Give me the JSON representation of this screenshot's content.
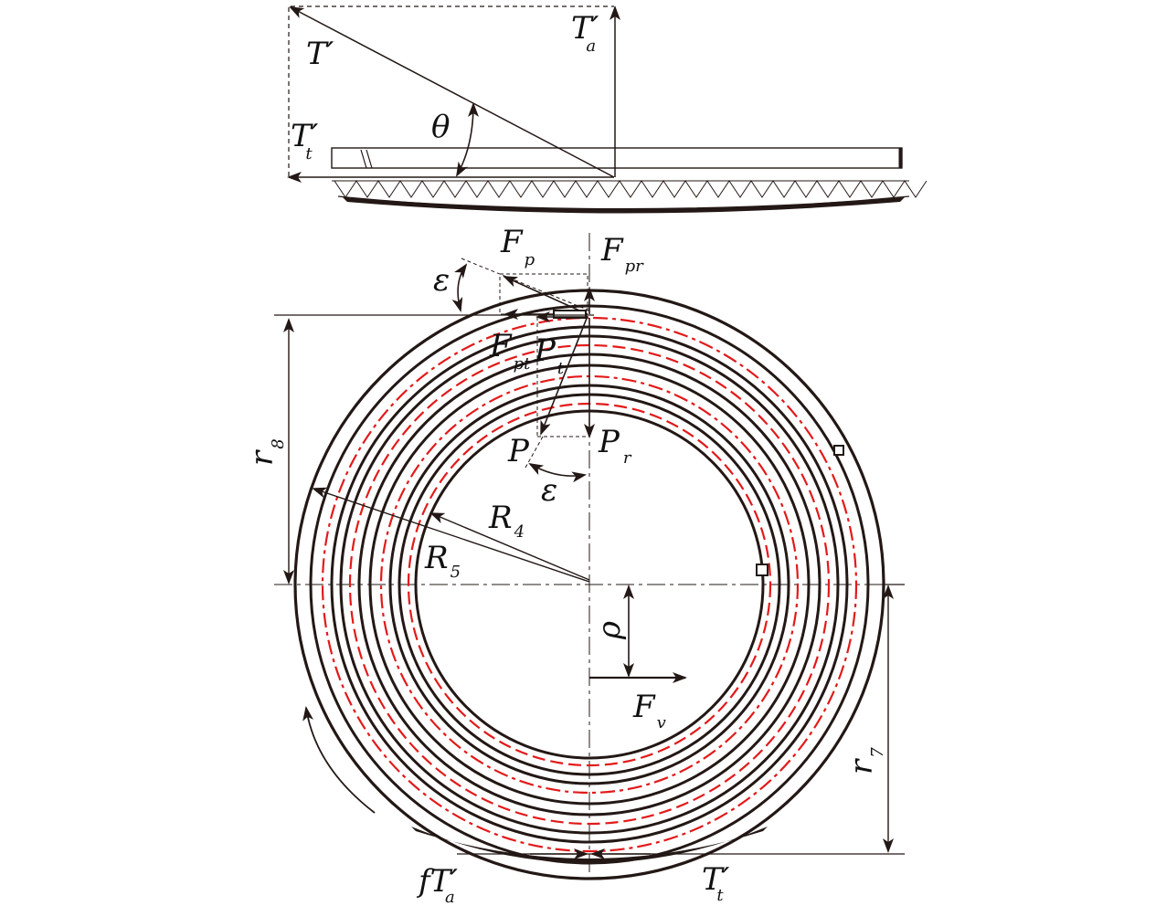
{
  "labels": {
    "T_prime": {
      "base": "T′",
      "sub": ""
    },
    "T_a_prime": {
      "base": "T′",
      "sub": "a"
    },
    "T_t_prime_top": {
      "base": "T′",
      "sub": "t"
    },
    "theta": {
      "base": "θ",
      "sub": ""
    },
    "F_p": {
      "base": "F",
      "sub": "p"
    },
    "F_pr": {
      "base": "F",
      "sub": "pr"
    },
    "epsilon_top": {
      "base": "ε",
      "sub": ""
    },
    "F_pt": {
      "base": "F",
      "sub": "pt"
    },
    "P_t": {
      "base": "P",
      "sub": "t"
    },
    "P": {
      "base": "P",
      "sub": ""
    },
    "P_r": {
      "base": "P",
      "sub": "r"
    },
    "epsilon_bottom": {
      "base": "ε",
      "sub": ""
    },
    "r_8": {
      "base": "r",
      "sub": "8"
    },
    "R_4": {
      "base": "R",
      "sub": "4"
    },
    "R_5": {
      "base": "R",
      "sub": "5"
    },
    "rho": {
      "base": "ρ",
      "sub": ""
    },
    "F_v": {
      "base": "F",
      "sub": "v"
    },
    "r_7": {
      "base": "r",
      "sub": "7"
    },
    "fT_a_prime": {
      "base": "fT′",
      "sub": "a"
    },
    "T_t_prime_bottom": {
      "base": "T′",
      "sub": "t"
    }
  },
  "colors": {
    "line": "#231815",
    "pitch_line": "#e21a1a"
  }
}
